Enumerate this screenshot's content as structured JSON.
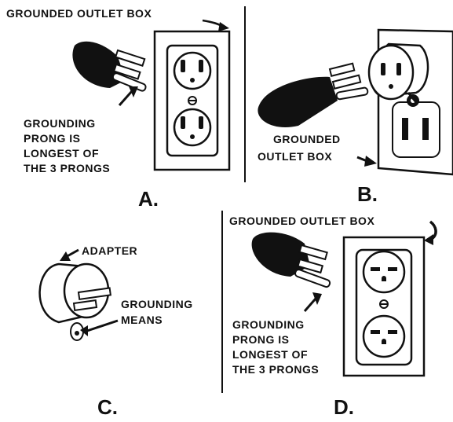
{
  "panel_a": {
    "title": "GROUNDED OUTLET BOX",
    "note": [
      "GROUNDING",
      "PRONG IS",
      "LONGEST OF",
      "THE 3 PRONGS"
    ],
    "letter": "A."
  },
  "panel_b": {
    "title": [
      "GROUNDED",
      "OUTLET BOX"
    ],
    "letter": "B."
  },
  "panel_c": {
    "adapter": "ADAPTER",
    "note": [
      "GROUNDING",
      "MEANS"
    ],
    "letter": "C."
  },
  "panel_d": {
    "title": "GROUNDED OUTLET BOX",
    "note": [
      "GROUNDING",
      "PRONG IS",
      "LONGEST OF",
      "THE 3 PRONGS"
    ],
    "letter": "D."
  },
  "colors": {
    "ink": "#111111",
    "paper": "#ffffff"
  }
}
